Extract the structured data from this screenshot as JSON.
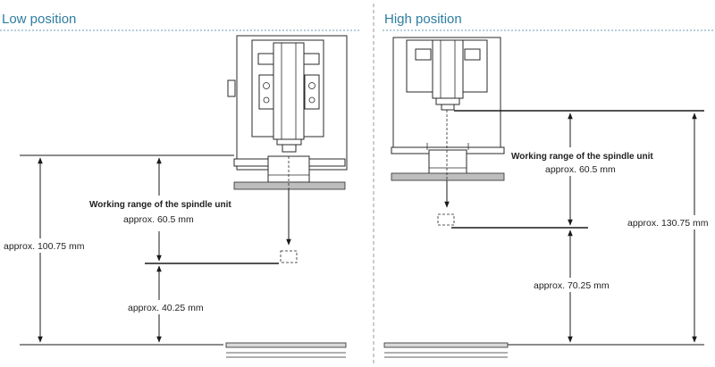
{
  "panels": {
    "left": {
      "title": "Low position",
      "working_range_title": "Working range of the spindle unit",
      "working_range_value": "approx. 60.5 mm",
      "total_value": "approx. 100.75 mm",
      "lower_value": "approx. 40.25 mm"
    },
    "right": {
      "title": "High position",
      "working_range_title": "Working range of the  spindle unit",
      "working_range_value": "approx. 60.5 mm",
      "total_value": "approx. 130.75 mm",
      "lower_value": "approx. 70.25 mm"
    }
  },
  "colors": {
    "title": "#2e7da0",
    "divider": "#9a9a9a",
    "line": "#1a1a1a"
  }
}
